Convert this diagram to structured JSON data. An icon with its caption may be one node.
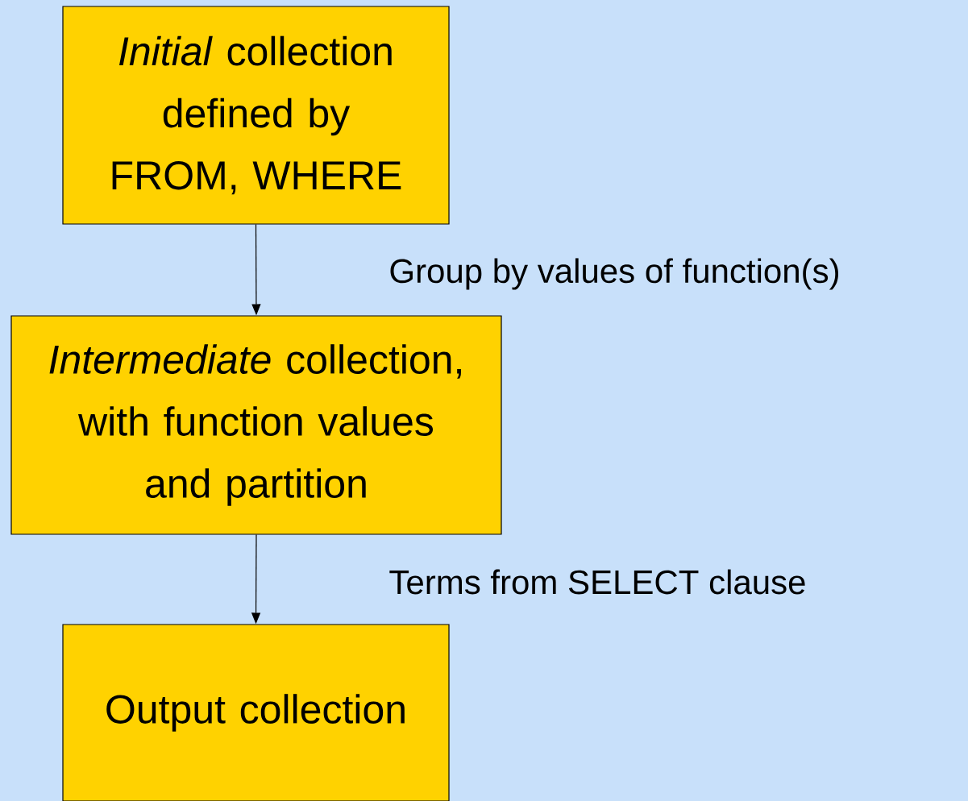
{
  "diagram": {
    "nodes": [
      {
        "text": [
          "*Initial* collection defined by FROM, WHERE"
        ]
      },
      {
        "text": [
          "*Intermediate* collection, with function values and partition"
        ]
      },
      {
        "text": [
          "Output collection"
        ]
      }
    ],
    "edges": [
      {
        "from": 0,
        "to": 1,
        "arrow": "to",
        "label": "Group by values of function(s)"
      },
      {
        "from": 1,
        "to": 2,
        "arrow": "to",
        "label": "Terms from SELECT clause"
      }
    ]
  }
}
